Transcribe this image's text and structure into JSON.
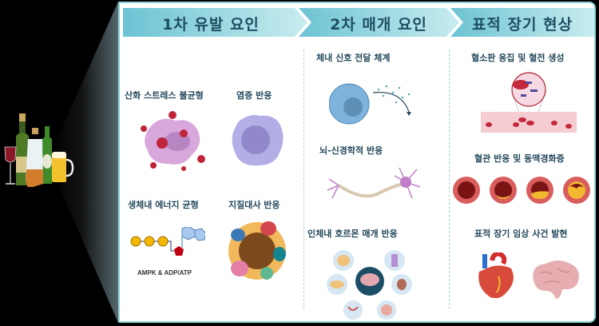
{
  "left_panel": {
    "icon": "alcoholic-drinks-illustration",
    "items": [
      "wine-glass",
      "champagne-bottle",
      "liquor-bottle",
      "beer-bottle",
      "beer-mug"
    ]
  },
  "columns": [
    {
      "header": "1차 유발 요인",
      "items": [
        {
          "label": "산화 스트레스 불균형",
          "icon": "oxidative-stress-cell-icon"
        },
        {
          "label": "염증 반응",
          "icon": "inflamed-cell-icon"
        },
        {
          "label": "생체내 에너지 균형",
          "icon": "atp-molecule-icon",
          "caption": "AMPK & ADP/ATP"
        },
        {
          "label": "지질대사 반응",
          "icon": "lipoprotein-icon"
        }
      ]
    },
    {
      "header": "2차 매개 요인",
      "items": [
        {
          "label": "체내 신호 전달 체계",
          "icon": "cell-signaling-icon"
        },
        {
          "label": "뇌-신경학적 반응",
          "icon": "neuron-icon"
        },
        {
          "label": "인체내 호르몬 매개 반응",
          "icon": "endocrine-organs-icon"
        }
      ]
    },
    {
      "header": "표적 장기 현상",
      "items": [
        {
          "label": "혈소판 응집 및 혈전 생성",
          "icon": "blood-clot-icon"
        },
        {
          "label": "혈관 반응 및 동맥경화증",
          "icon": "atherosclerosis-progression-icon"
        },
        {
          "label": "표적 장기 임상 사건 발현",
          "icon": "heart-and-brain-icon"
        }
      ]
    }
  ],
  "colors": {
    "header_gradient_start": "#6cc3d3",
    "header_gradient_end": "#c8ecef",
    "header_text": "#1f4e63",
    "panel_border": "#8fd4da",
    "label_text": "#24495c"
  }
}
